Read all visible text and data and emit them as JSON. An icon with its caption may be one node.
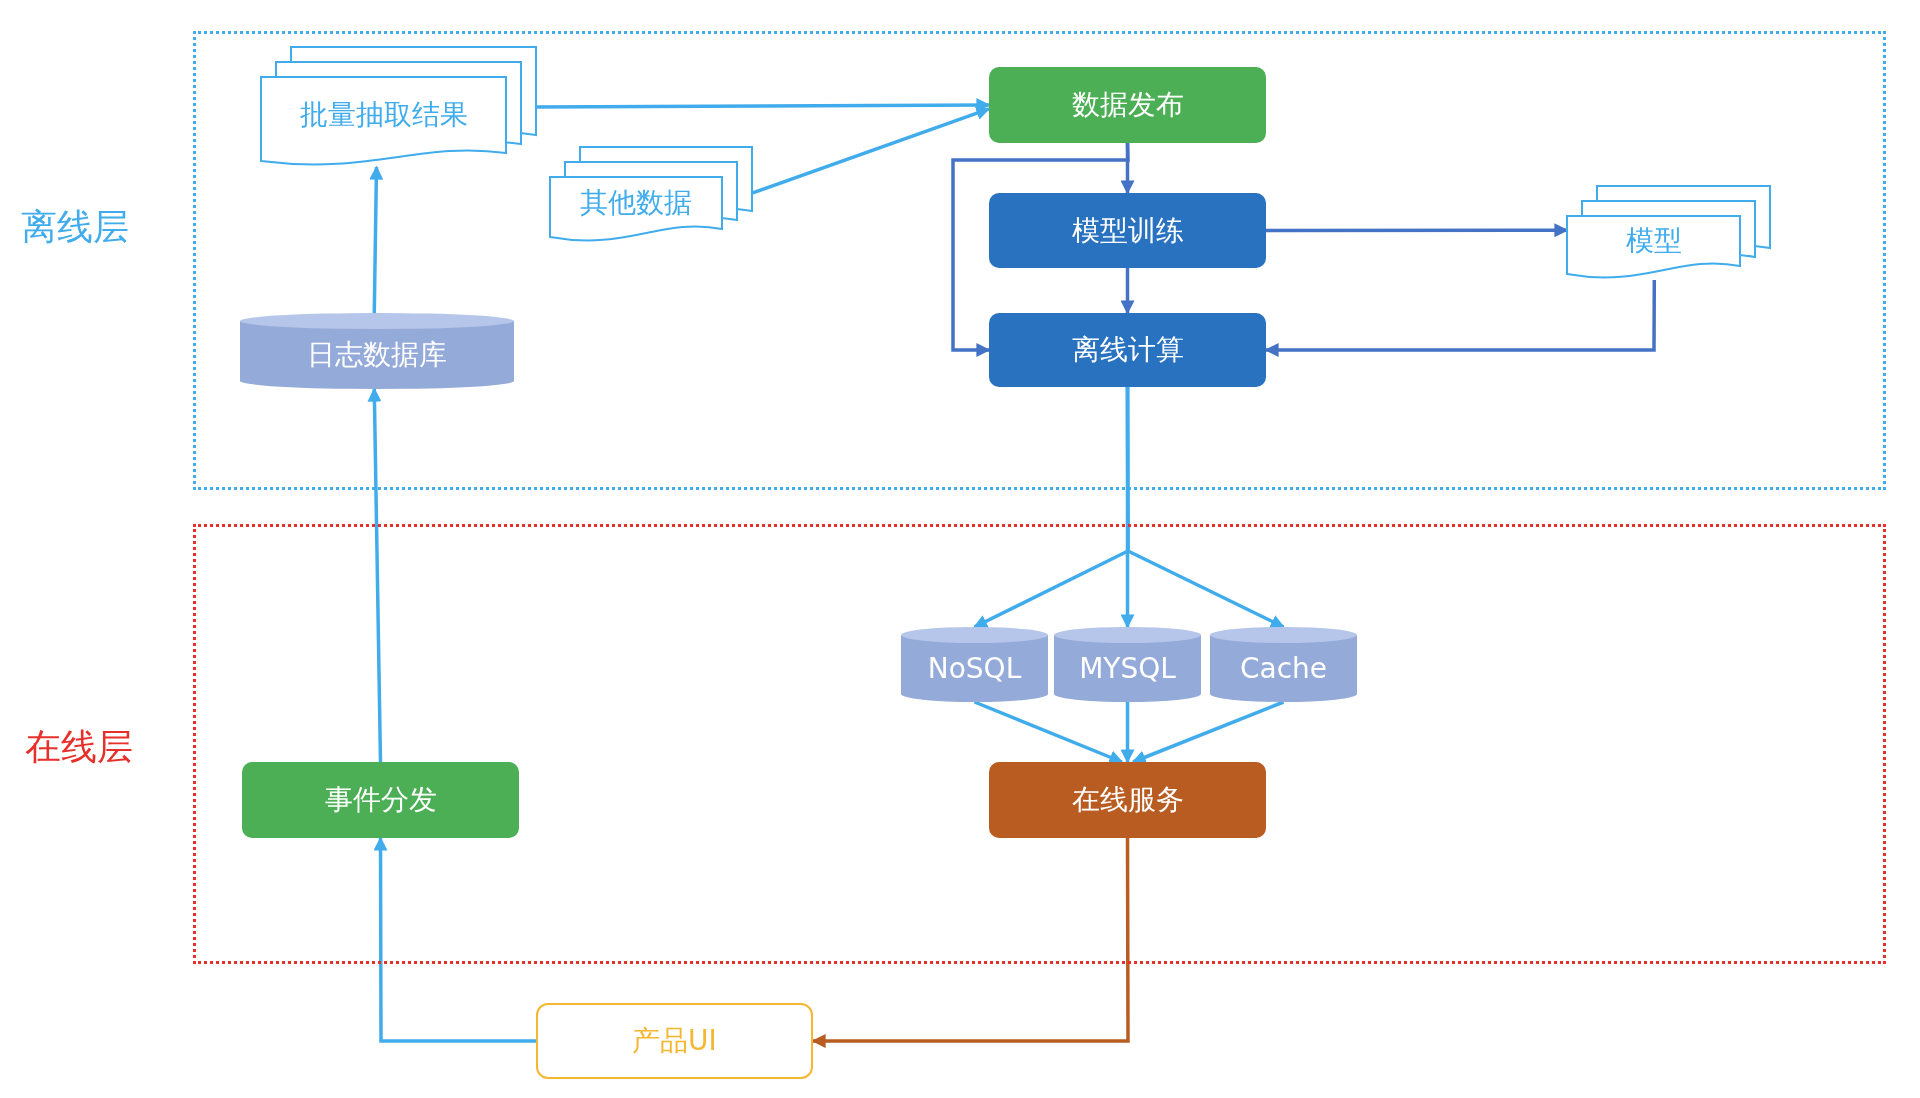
{
  "diagram": {
    "nodes": [
      {
        "text": [
          "离线层"
        ]
      },
      {
        "text": [
          "在线层"
        ]
      },
      {
        "text": [
          "批量抽取结果"
        ],
        "in": 0
      },
      {
        "text": [
          "其他数据"
        ],
        "in": 0
      },
      {
        "text": [
          "数据发布"
        ],
        "in": 0
      },
      {
        "text": [
          "模型训练"
        ],
        "in": 0
      },
      {
        "text": [
          "模型"
        ],
        "in": 0
      },
      {
        "text": [
          "日志数据库"
        ],
        "in": 0
      },
      {
        "text": [
          "离线计算"
        ],
        "in": 0
      },
      {
        "text": [
          "NoSQL"
        ],
        "in": 1
      },
      {
        "text": [
          "MYSQL"
        ],
        "in": 1
      },
      {
        "text": [
          "Cache"
        ],
        "in": 1
      },
      {
        "text": [
          "事件分发"
        ],
        "in": 1
      },
      {
        "text": [
          "在线服务"
        ],
        "in": 1
      },
      {
        "text": [
          "产品UI"
        ]
      }
    ],
    "edges": [
      {
        "from": 2,
        "to": 4,
        "arrow": "to"
      },
      {
        "from": 3,
        "to": 4,
        "arrow": "to"
      },
      {
        "from": 4,
        "to": 5,
        "arrow": "to",
        "color": "#4472c4"
      },
      {
        "from": 4,
        "to": 8,
        "arrow": "to",
        "color": "#4472c4"
      },
      {
        "from": 5,
        "to": 6,
        "arrow": "to",
        "color": "#4472c4"
      },
      {
        "from": 5,
        "to": 8,
        "arrow": "to",
        "color": "#4472c4"
      },
      {
        "from": 6,
        "to": 8,
        "arrow": "to",
        "color": "#4472c4"
      },
      {
        "from": 8,
        "to": 9,
        "arrow": "to"
      },
      {
        "from": 8,
        "to": 10,
        "arrow": "to"
      },
      {
        "from": 8,
        "to": 11,
        "arrow": "to"
      },
      {
        "from": 9,
        "to": 13,
        "arrow": "to"
      },
      {
        "from": 10,
        "to": 13,
        "arrow": "to"
      },
      {
        "from": 11,
        "to": 13,
        "arrow": "to"
      },
      {
        "from": 13,
        "to": 14,
        "arrow": "to",
        "color": "#b85c22"
      },
      {
        "from": 14,
        "to": 12,
        "arrow": "to"
      },
      {
        "from": 12,
        "to": 7,
        "arrow": "to"
      },
      {
        "from": 7,
        "to": 2,
        "arrow": "to"
      }
    ]
  }
}
